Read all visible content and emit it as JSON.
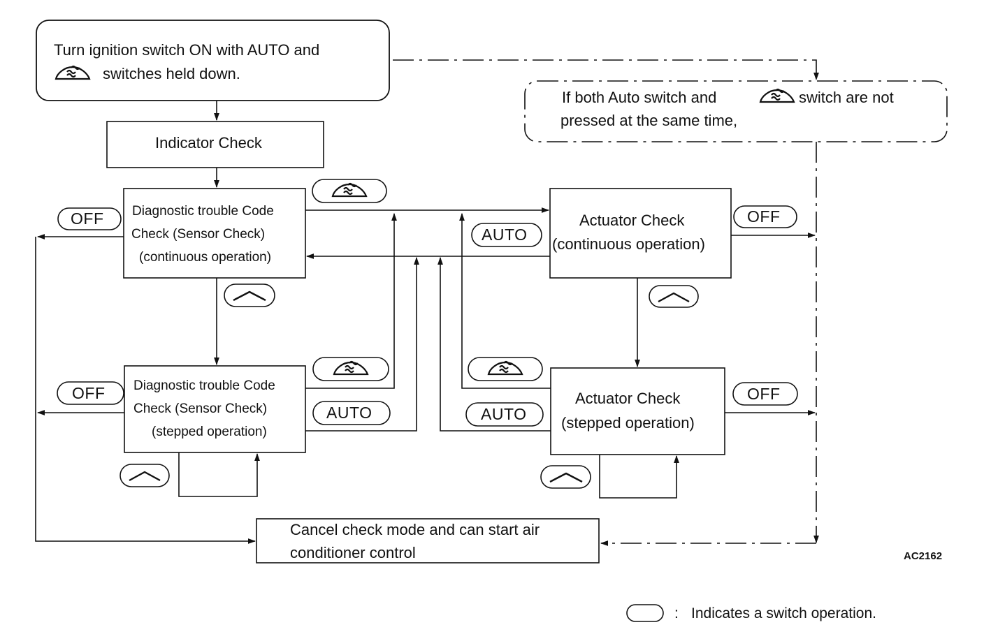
{
  "diagram": {
    "start": {
      "line1": "Turn ignition switch ON with AUTO and",
      "line2": "switches held down."
    },
    "indicator_check": "Indicator Check",
    "note": {
      "line1a": "If both Auto switch and",
      "line1b": "switch are not",
      "line2": "pressed at the same time,"
    },
    "dtc_continuous": {
      "line1": "Diagnostic trouble Code",
      "line2": "Check (Sensor Check)",
      "line3": "(continuous operation)"
    },
    "dtc_stepped": {
      "line1": "Diagnostic trouble Code",
      "line2": "Check (Sensor Check)",
      "line3": "(stepped operation)"
    },
    "actuator_continuous": {
      "line1": "Actuator Check",
      "line2": "(continuous operation)"
    },
    "actuator_stepped": {
      "line1": "Actuator Check",
      "line2": "(stepped operation)"
    },
    "cancel": {
      "line1": "Cancel check mode and can start air",
      "line2": "conditioner control"
    },
    "switch_labels": {
      "off": "OFF",
      "auto": "AUTO"
    },
    "figure_code": "AC2162",
    "legend": {
      "separator": ":",
      "text": "Indicates a switch operation."
    }
  },
  "colors": {
    "ink": "#111111",
    "background": "#ffffff"
  },
  "icons": {
    "defrost_switch": "windshield-defrost-icon",
    "up_switch": "up-arrow-chevron-icon"
  }
}
